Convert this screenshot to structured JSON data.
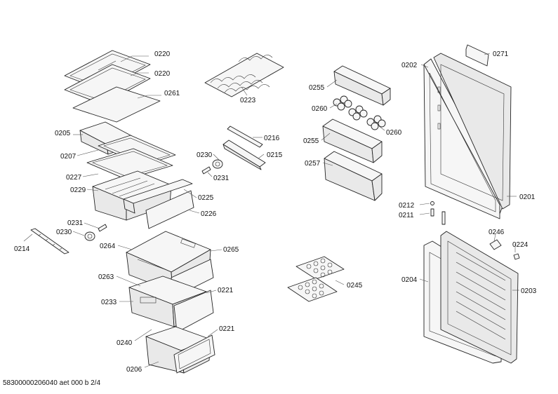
{
  "diagram": {
    "labels": {
      "p0220a": "0220",
      "p0220b": "0220",
      "p0261": "0261",
      "p0205": "0205",
      "p0207": "0207",
      "p0227": "0227",
      "p0229": "0229",
      "p0225": "0225",
      "p0226": "0226",
      "p0231a": "0231",
      "p0230a": "0230",
      "p0214": "0214",
      "p0223": "0223",
      "p0216": "0216",
      "p0230b": "0230",
      "p0215": "0215",
      "p0231b": "0231",
      "p0264": "0264",
      "p0265": "0265",
      "p0263": "0263",
      "p0221a": "0221",
      "p0233": "0233",
      "p0240": "0240",
      "p0221b": "0221",
      "p0206": "0206",
      "p0255a": "0255",
      "p0260a": "0260",
      "p0260b": "0260",
      "p0255b": "0255",
      "p0257": "0257",
      "p0245": "0245",
      "p0202": "0202",
      "p0271": "0271",
      "p0212": "0212",
      "p0211": "0211",
      "p0201": "0201",
      "p0246": "0246",
      "p0224": "0224",
      "p0204": "0204",
      "p0203": "0203"
    }
  },
  "footer": {
    "text": "58300000206040 aet 000 b 2/4"
  }
}
